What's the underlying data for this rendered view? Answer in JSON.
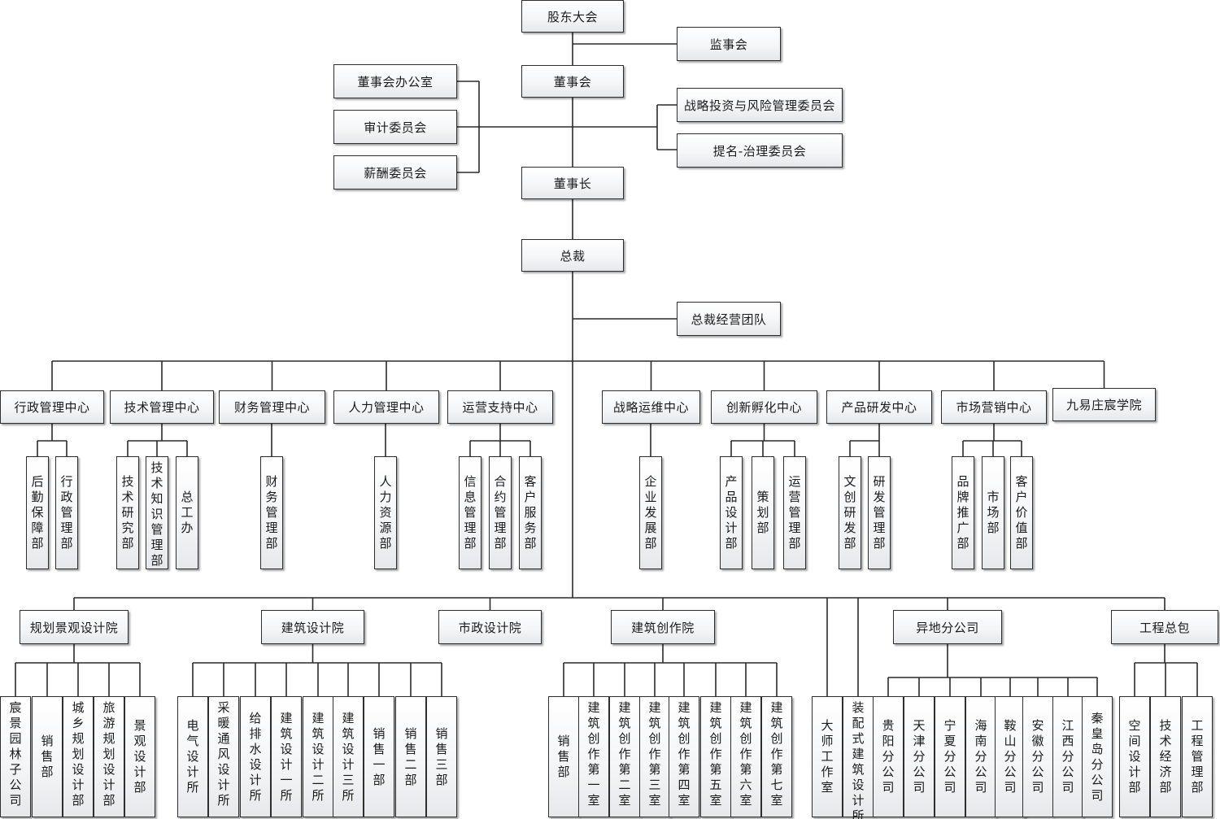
{
  "top": {
    "shareholders": "股东大会",
    "supervisors": "监事会",
    "board": "董事会",
    "board_office": "董事会办公室",
    "audit": "审计委员会",
    "compensation": "薪酬委员会",
    "strategy_risk": "战略投资与风险管理委员会",
    "nomination": "提名-治理委员会",
    "chairman": "董事长",
    "president": "总裁",
    "president_team": "总裁经营团队"
  },
  "centers": [
    {
      "name": "行政管理中心",
      "depts": [
        "后勤保障部",
        "行政管理部"
      ]
    },
    {
      "name": "技术管理中心",
      "depts": [
        "技术研究部",
        "技术知识管理部",
        "总工办"
      ]
    },
    {
      "name": "财务管理中心",
      "depts": [
        "财务管理部"
      ]
    },
    {
      "name": "人力管理中心",
      "depts": [
        "人力资源部"
      ]
    },
    {
      "name": "运营支持中心",
      "depts": [
        "信息管理部",
        "合约管理部",
        "客户服务部"
      ]
    },
    {
      "name": "战略运维中心",
      "depts": [
        "企业发展部"
      ]
    },
    {
      "name": "创新孵化中心",
      "depts": [
        "产品设计部",
        "策划部",
        "运营管理部"
      ]
    },
    {
      "name": "产品研发中心",
      "depts": [
        "文创研发部",
        "研发管理部"
      ]
    },
    {
      "name": "市场营销中心",
      "depts": [
        "品牌推广部",
        "市场部",
        "客户价值部"
      ]
    },
    {
      "name": "九易庄宸学院",
      "depts": []
    }
  ],
  "institutes": [
    {
      "name": "规划景观设计院",
      "depts": [
        "宸景园林子公司",
        "销售部",
        "城乡规划设计部",
        "旅游规划设计部",
        "景观设计部"
      ]
    },
    {
      "name": "建筑设计院",
      "depts": [
        "电气设计所",
        "采暖通风设计所",
        "给排水设计所",
        "建筑设计一所",
        "建筑设计二所",
        "建筑设计三所",
        "销售一部",
        "销售二部",
        "销售三部"
      ]
    },
    {
      "name": "市政设计院",
      "depts": []
    },
    {
      "name": "建筑创作院",
      "depts": [
        "销售部",
        "建筑创作第一室",
        "建筑创作第二室",
        "建筑创作第三室",
        "建筑创作第四室",
        "建筑创作第五室",
        "建筑创作第六室",
        "建筑创作第七室"
      ]
    },
    {
      "name": "",
      "depts": [
        "大师工作室"
      ]
    },
    {
      "name": "",
      "depts": [
        "装配式建筑设计所"
      ]
    },
    {
      "name": "异地分公司",
      "depts": [
        "贵阳分公司",
        "天津分公司",
        "宁夏分公司",
        "海南分公司",
        "鞍山分公司",
        "安徽分公司",
        "江西分公司",
        "秦皇岛分公司"
      ]
    },
    {
      "name": "工程总包",
      "depts": [
        "空间设计部",
        "技术经济部",
        "工程管理部"
      ]
    }
  ]
}
